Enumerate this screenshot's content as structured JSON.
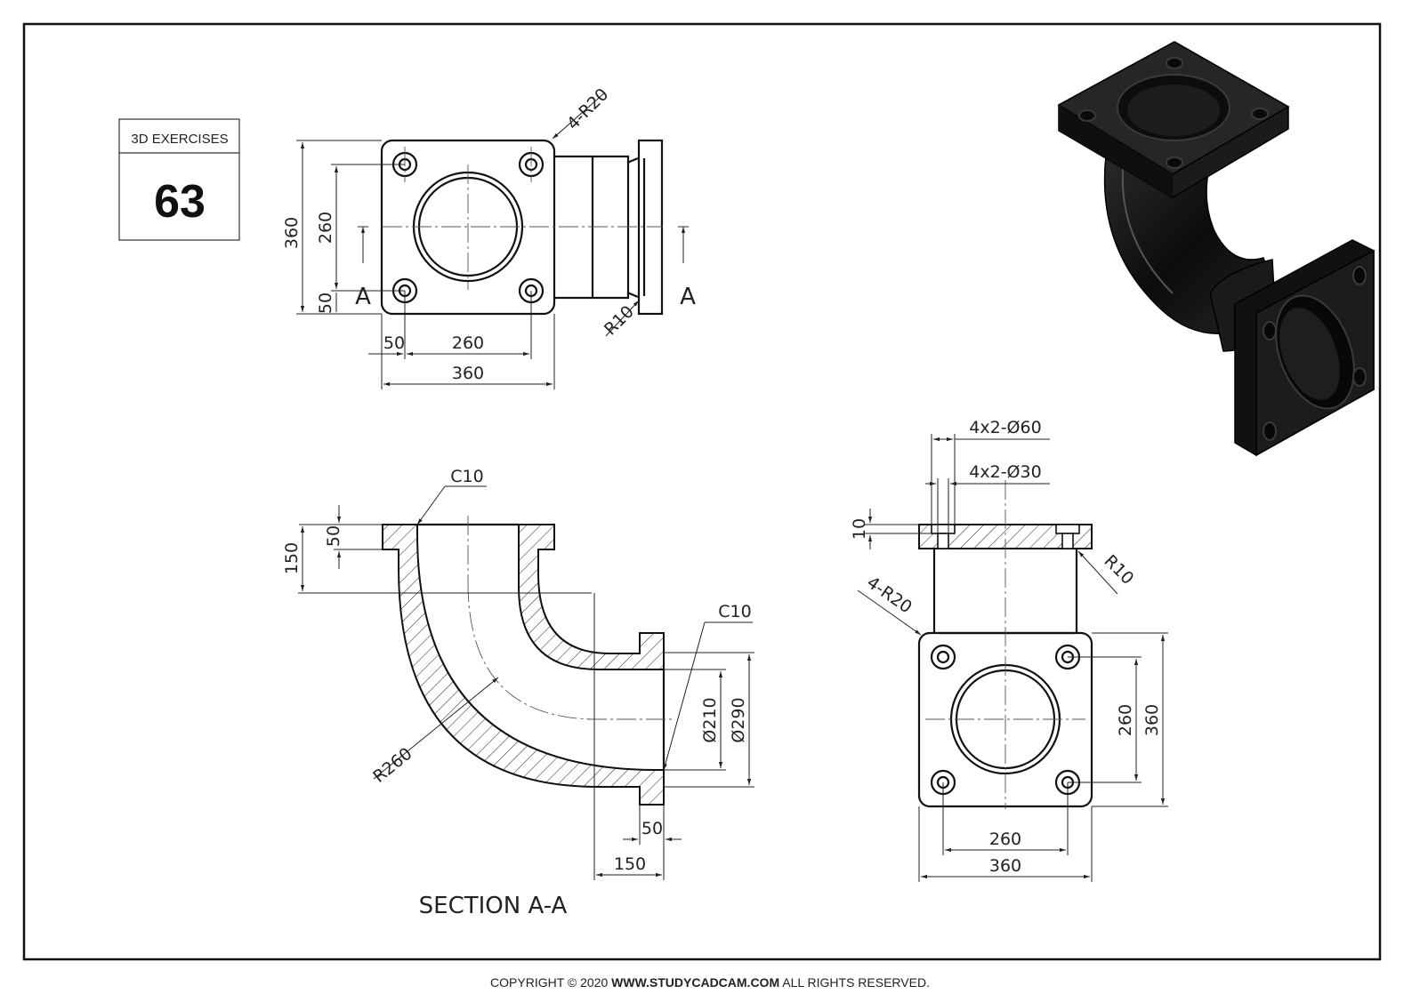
{
  "badge": {
    "caption": "3D EXERCISES",
    "number": "63"
  },
  "footer": {
    "prefix": "COPYRIGHT © 2020 ",
    "site": "WWW.STUDYCADCAM.COM",
    "suffix": " ALL RIGHTS RESERVED."
  },
  "top_view": {
    "dims": {
      "r20": "4-R20",
      "h360": "360",
      "h260": "260",
      "h50": "50",
      "w50": "50",
      "w260": "260",
      "w360": "360",
      "r10": "R10"
    },
    "section_marks": [
      "A",
      "A"
    ]
  },
  "section_view": {
    "title": "SECTION A-A",
    "dims": {
      "c10_top": "C10",
      "v50": "50",
      "v150": "150",
      "c10_right": "C10",
      "d210": "Ø210",
      "d290": "Ø290",
      "r260": "R260",
      "h50": "50",
      "h150": "150"
    }
  },
  "side_view": {
    "dims": {
      "d60": "4x2-Ø60",
      "d30": "4x2-Ø30",
      "v10": "10",
      "r10": "R10",
      "r20": "4-R20",
      "v260": "260",
      "v360": "360",
      "h260": "260",
      "h360": "360"
    }
  },
  "iso_view": {
    "color": "#111111"
  }
}
